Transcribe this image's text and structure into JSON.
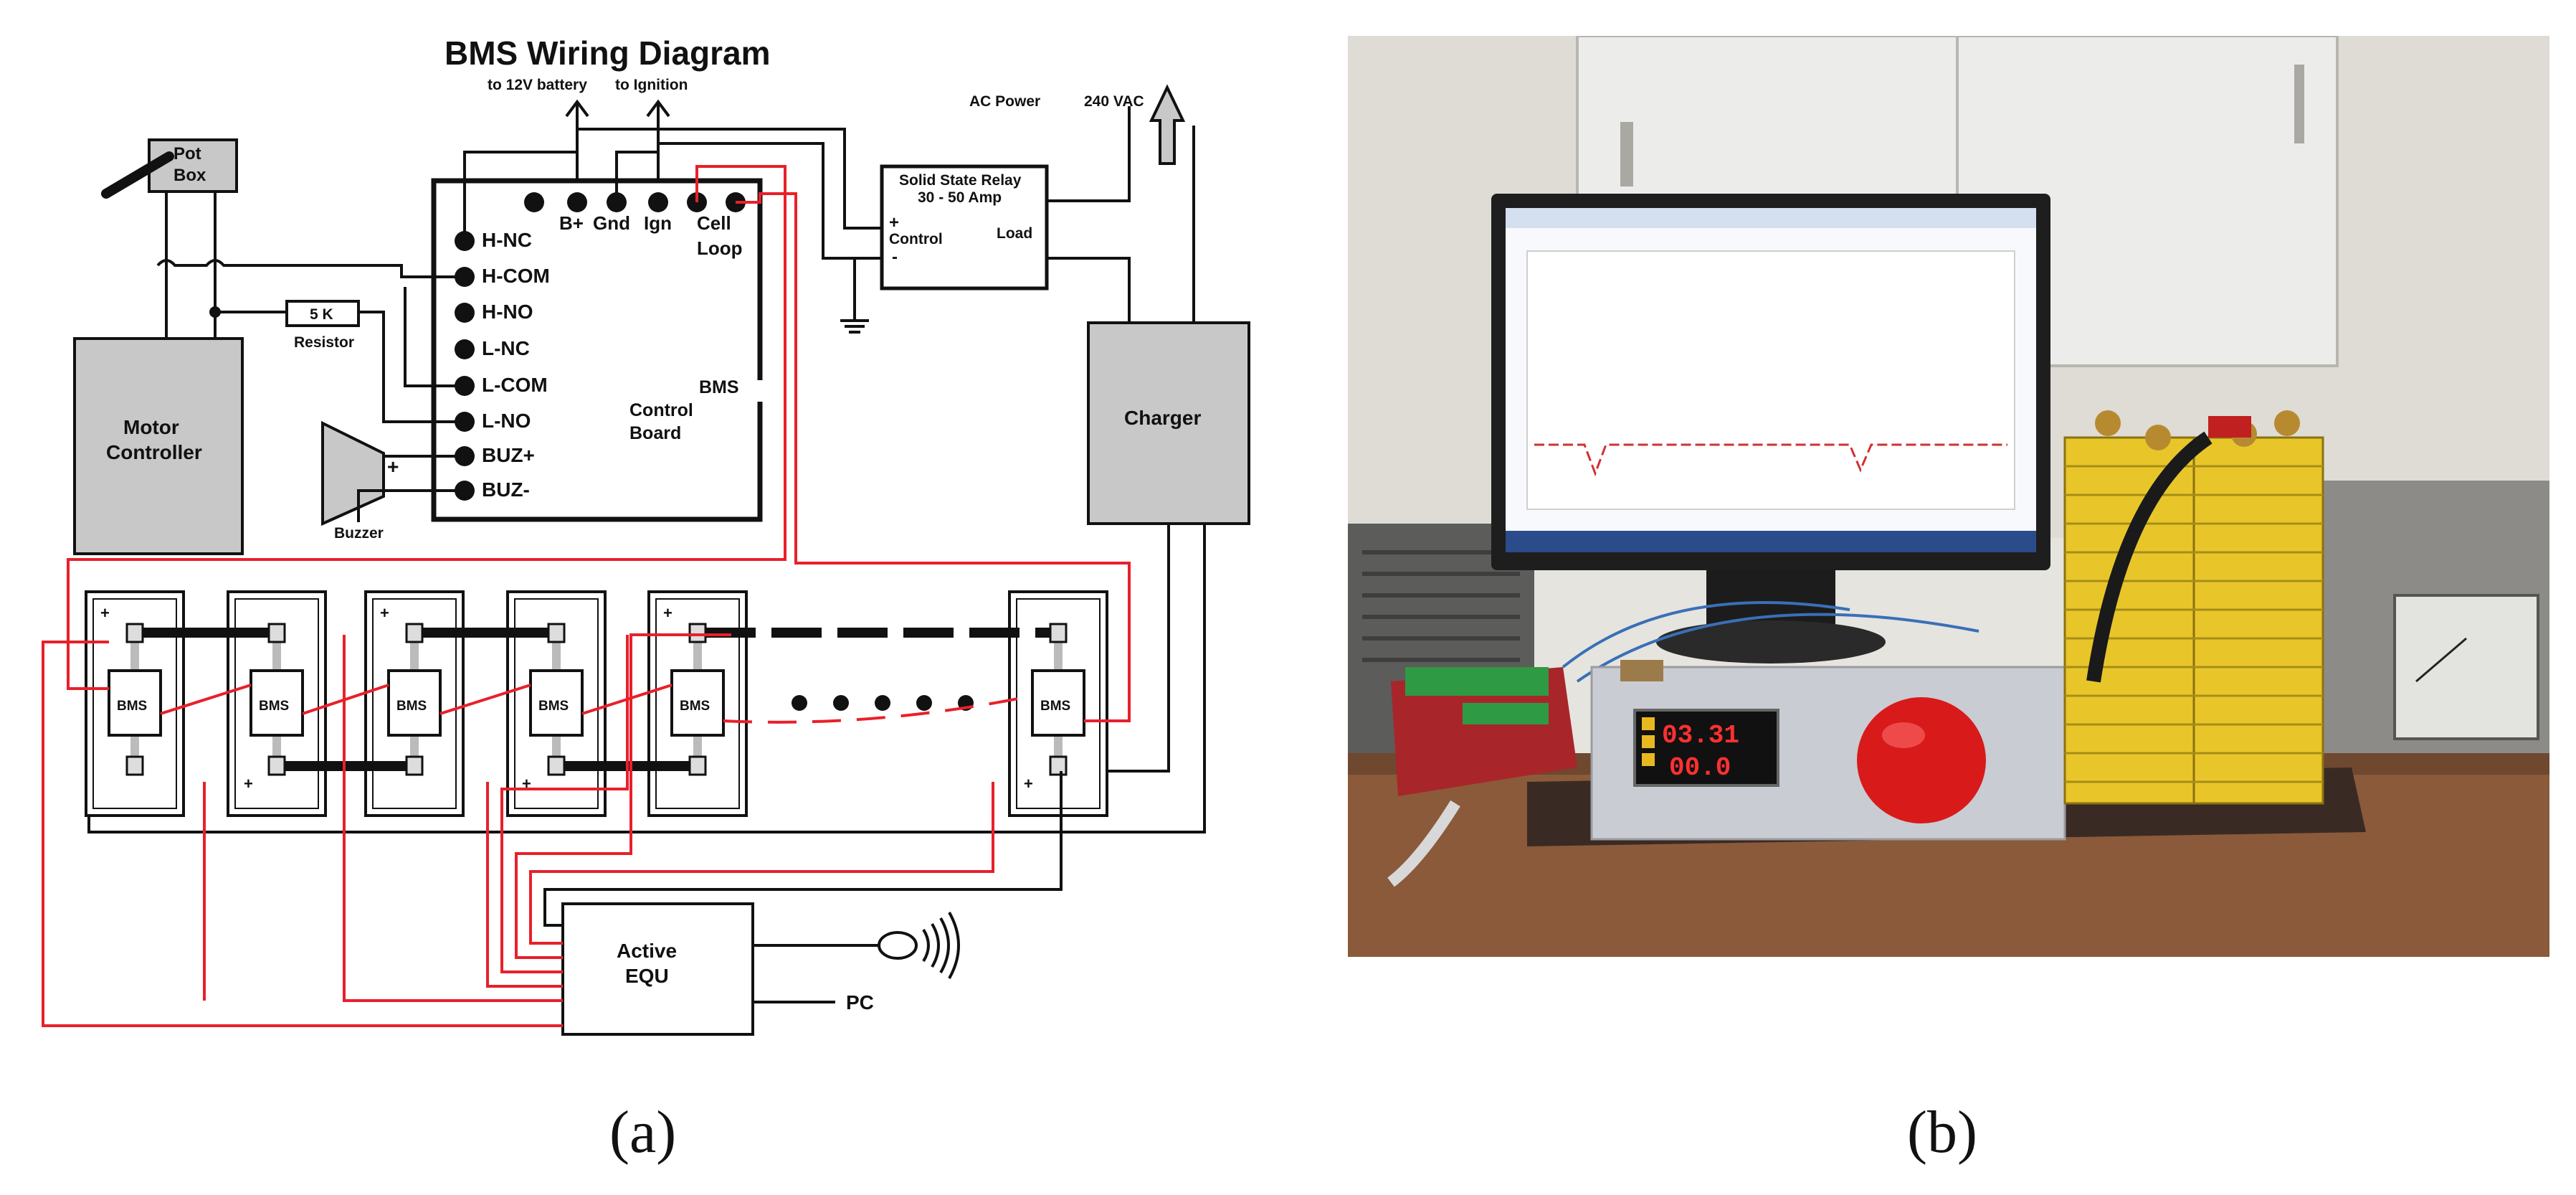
{
  "diagram": {
    "title": "BMS Wiring Diagram",
    "to_12v": "to 12V battery",
    "to_ignition": "to Ignition",
    "ac_power": "AC Power",
    "ac_voltage": "240 VAC",
    "relay_line1": "Solid State Relay",
    "relay_line2": "30 - 50 Amp",
    "relay_plus": "+",
    "relay_control": "Control",
    "relay_minus": "-",
    "relay_load": "Load",
    "pot_box_line1": "Pot",
    "pot_box_line2": "Box",
    "resistor_value": "5 K",
    "resistor_label": "Resistor",
    "motor_line1": "Motor",
    "motor_line2": "Controller",
    "buzzer_label": "Buzzer",
    "buzzer_plus": "+",
    "charger_label": "Charger",
    "board_line1": "BMS",
    "board_line2": "Control",
    "board_line3": "Board",
    "pins_top": [
      "B+",
      "Gnd",
      "Ign"
    ],
    "cell_loop_line1": "Cell",
    "cell_loop_line2": "Loop",
    "pins_left": [
      "H-NC",
      "H-COM",
      "H-NO",
      "L-NC",
      "L-COM",
      "L-NO",
      "BUZ+",
      "BUZ-"
    ],
    "bms_module_label": "BMS",
    "cell_plus": "+",
    "equ_line1": "Active",
    "equ_line2": "EQU",
    "pc_label": "PC"
  },
  "photo": {
    "display_line1": "03.31",
    "display_line2": "00.0"
  },
  "captions": {
    "a": "(a)",
    "b": "(b)"
  },
  "colors": {
    "red_wire": "#e8202a",
    "black_wire": "#111111",
    "box_gray": "#c8c8c8",
    "photo_wall": "#e6e4de",
    "battery_yellow": "#e8c62a"
  }
}
